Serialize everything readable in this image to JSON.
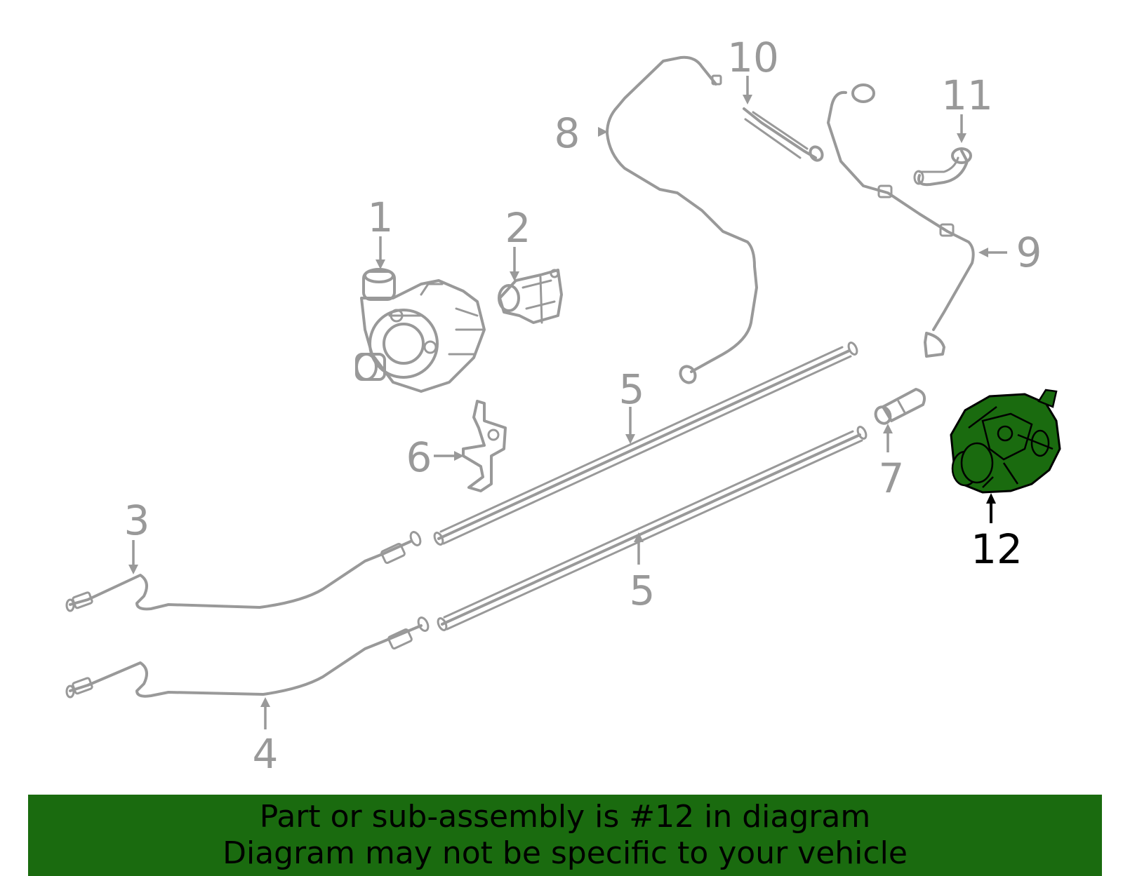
{
  "diagram": {
    "highlight_color": "#1a6b0f",
    "line_color": "#999999",
    "highlighted_part": "12",
    "callouts": [
      {
        "id": "c1",
        "text": "1"
      },
      {
        "id": "c2",
        "text": "2"
      },
      {
        "id": "c3",
        "text": "3"
      },
      {
        "id": "c4",
        "text": "4"
      },
      {
        "id": "c5a",
        "text": "5"
      },
      {
        "id": "c5b",
        "text": "5"
      },
      {
        "id": "c6",
        "text": "6"
      },
      {
        "id": "c7",
        "text": "7"
      },
      {
        "id": "c8",
        "text": "8"
      },
      {
        "id": "c9",
        "text": "9"
      },
      {
        "id": "c10",
        "text": "10"
      },
      {
        "id": "c11",
        "text": "11"
      },
      {
        "id": "c12",
        "text": "12"
      }
    ]
  },
  "banner": {
    "line1": "Part or sub-assembly is #12 in diagram",
    "line2": "Diagram may not be specific to your vehicle",
    "background": "#1a6b0f"
  }
}
